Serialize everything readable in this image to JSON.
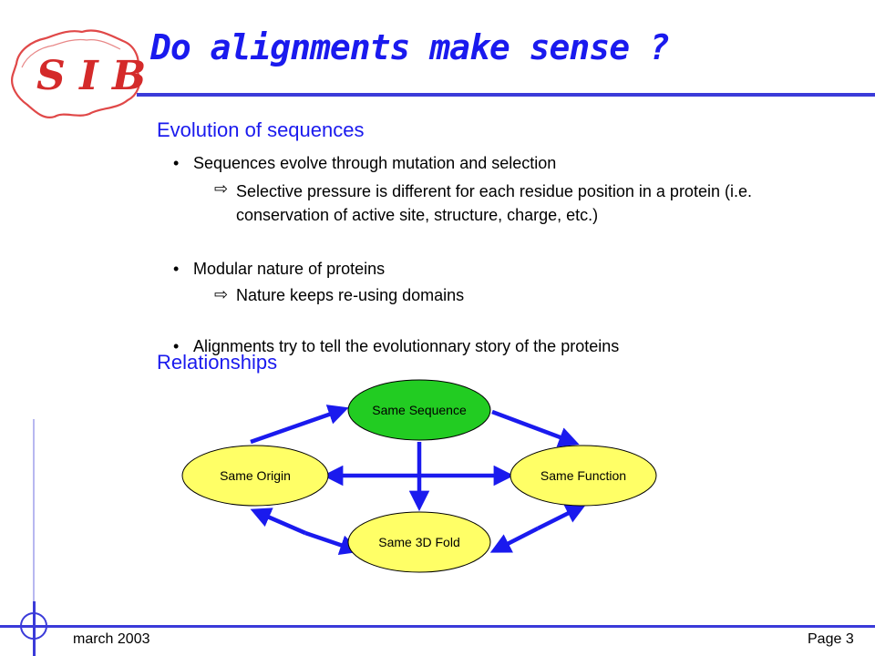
{
  "logo": {
    "text": "SIB"
  },
  "title": "Do alignments make sense ?",
  "sections": {
    "evolution": {
      "heading": "Evolution of sequences",
      "bullets": [
        {
          "text": "Sequences evolve through mutation and selection",
          "sub": "Selective pressure is different for each residue position in a protein (i.e. conservation of active site, structure, charge, etc.)"
        },
        {
          "text": "Modular nature of proteins",
          "sub": "Nature keeps re-using domains"
        },
        {
          "text": "Alignments try to tell the evolutionnary story of the proteins"
        }
      ]
    },
    "relationships": {
      "heading": "Relationships",
      "nodes": {
        "top": {
          "label": "Same Sequence",
          "color": "#22cc22"
        },
        "left": {
          "label": "Same Origin",
          "color": "#ffff66"
        },
        "right": {
          "label": "Same Function",
          "color": "#ffff66"
        },
        "bottom": {
          "label": "Same 3D Fold",
          "color": "#ffff66"
        }
      },
      "arrow_color": "#1a1aee"
    }
  },
  "footer": {
    "date": "march 2003",
    "page": "Page 3"
  },
  "colors": {
    "title": "#1a1aee",
    "heading": "#1a1aee",
    "rule": "#3b3bd9"
  }
}
